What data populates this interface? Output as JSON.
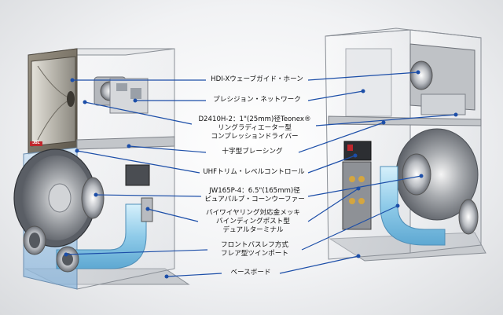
{
  "labels": {
    "horn": "HDI-Xウェーブガイド・ホーン",
    "network": "プレシジョン・ネットワーク",
    "driver_l1": "D2410H-2：1\"(25mm)径Teonex®",
    "driver_l2": "リングラディエーター型",
    "driver_l3": "コンプレッションドライバー",
    "bracing": "十字型ブレーシング",
    "uhf": "UHFトリム・レベルコントロール",
    "woofer_l1": "JW165P-4：6.5\"(165mm)径",
    "woofer_l2": "ピュアパルプ・コーンウーファー",
    "terminal_l1": "バイワイヤリング対応金メッキ",
    "terminal_l2": "バインディングポスト型",
    "terminal_l3": "デュアルターミナル",
    "port_l1": "フロントバスレフ方式",
    "port_l2": "フレア型ツインポート",
    "base": "ベースボード"
  },
  "colors": {
    "leader": "#1c4ea8",
    "port_tube": "#9fd3ee",
    "cabinet_edge": "#8a8f96"
  },
  "badge": "JBL"
}
